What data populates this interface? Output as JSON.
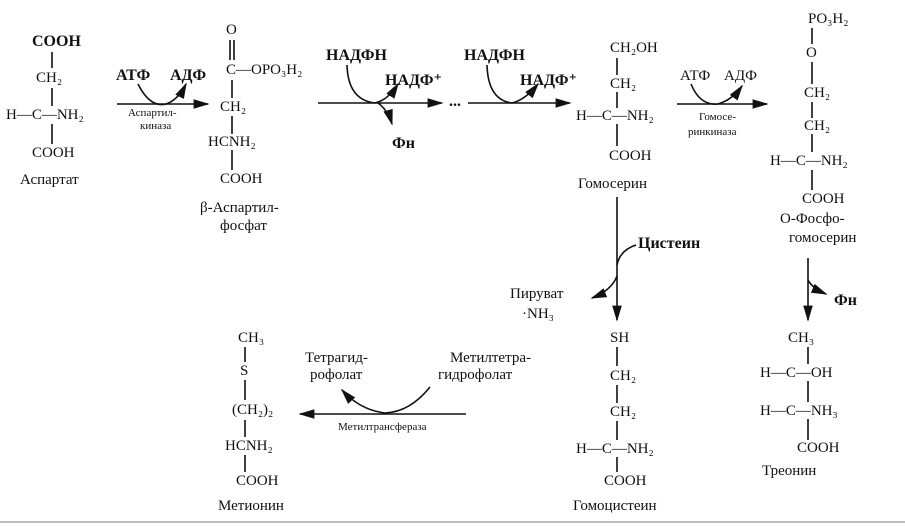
{
  "aspartate": {
    "l1": "COOH",
    "l2": "CH₂",
    "l3": "H—C—NH₂",
    "l4": "COOH",
    "name": "Аспартат"
  },
  "step1": {
    "in": "АТФ",
    "out": "АДФ",
    "enzyme1": "Аспартил-",
    "enzyme2": "киназа"
  },
  "aspartyl_phosphate": {
    "l0": "O",
    "l1": "C—OPO₃H₂",
    "l2": "CH₂",
    "l3": "HCNH₂",
    "l4": "COOH",
    "name1": "β-Аспартил-",
    "name2": "фосфат"
  },
  "step2": {
    "in": "НАДФН",
    "out": "НАДФ⁺",
    "side": "Фн",
    "dots": "..."
  },
  "step3": {
    "in": "НАДФН",
    "out": "НАДФ⁺"
  },
  "homoserine": {
    "l1": "CH₂OH",
    "l2": "CH₂",
    "l3": "H—C—NH₂",
    "l4": "COOH",
    "name": "Гомосерин"
  },
  "step4": {
    "in": "АТФ",
    "out": "АДФ",
    "enzyme1": "Гомосе-",
    "enzyme2": "ринкиназа"
  },
  "phosphohomoserine": {
    "l0": "PO₃H₂",
    "l1": "O",
    "l2": "CH₂",
    "l3": "CH₂",
    "l4": "H—C—NH₂",
    "l5": "COOH",
    "name1": "О-Фосфо-",
    "name2": "гомосерин"
  },
  "step5": {
    "in": "Цистеин",
    "out1": "Пируват",
    "out2": "·NH₃"
  },
  "homocysteine": {
    "l1": "SH",
    "l2": "CH₂",
    "l3": "CH₂",
    "l4": "H—C—NH₂",
    "l5": "COOH",
    "name": "Гомоцистеин"
  },
  "step6": {
    "side": "Фн"
  },
  "threonine": {
    "l1": "CH₃",
    "l2": "H—C—OH",
    "l3": "H—C—NH₃",
    "l4": "COOH",
    "name": "Треонин"
  },
  "step7": {
    "out1": "Тетрагид-",
    "out2": "рофолат",
    "in1": "Метилтетра-",
    "in2": "гидрофолат",
    "enzyme": "Метилтрансфераза"
  },
  "methionine": {
    "l1": "CH₃",
    "l2": "S",
    "l3": "(CH₂)₂",
    "l4": "HCNH₂",
    "l5": "COOH",
    "name": "Метионин"
  }
}
